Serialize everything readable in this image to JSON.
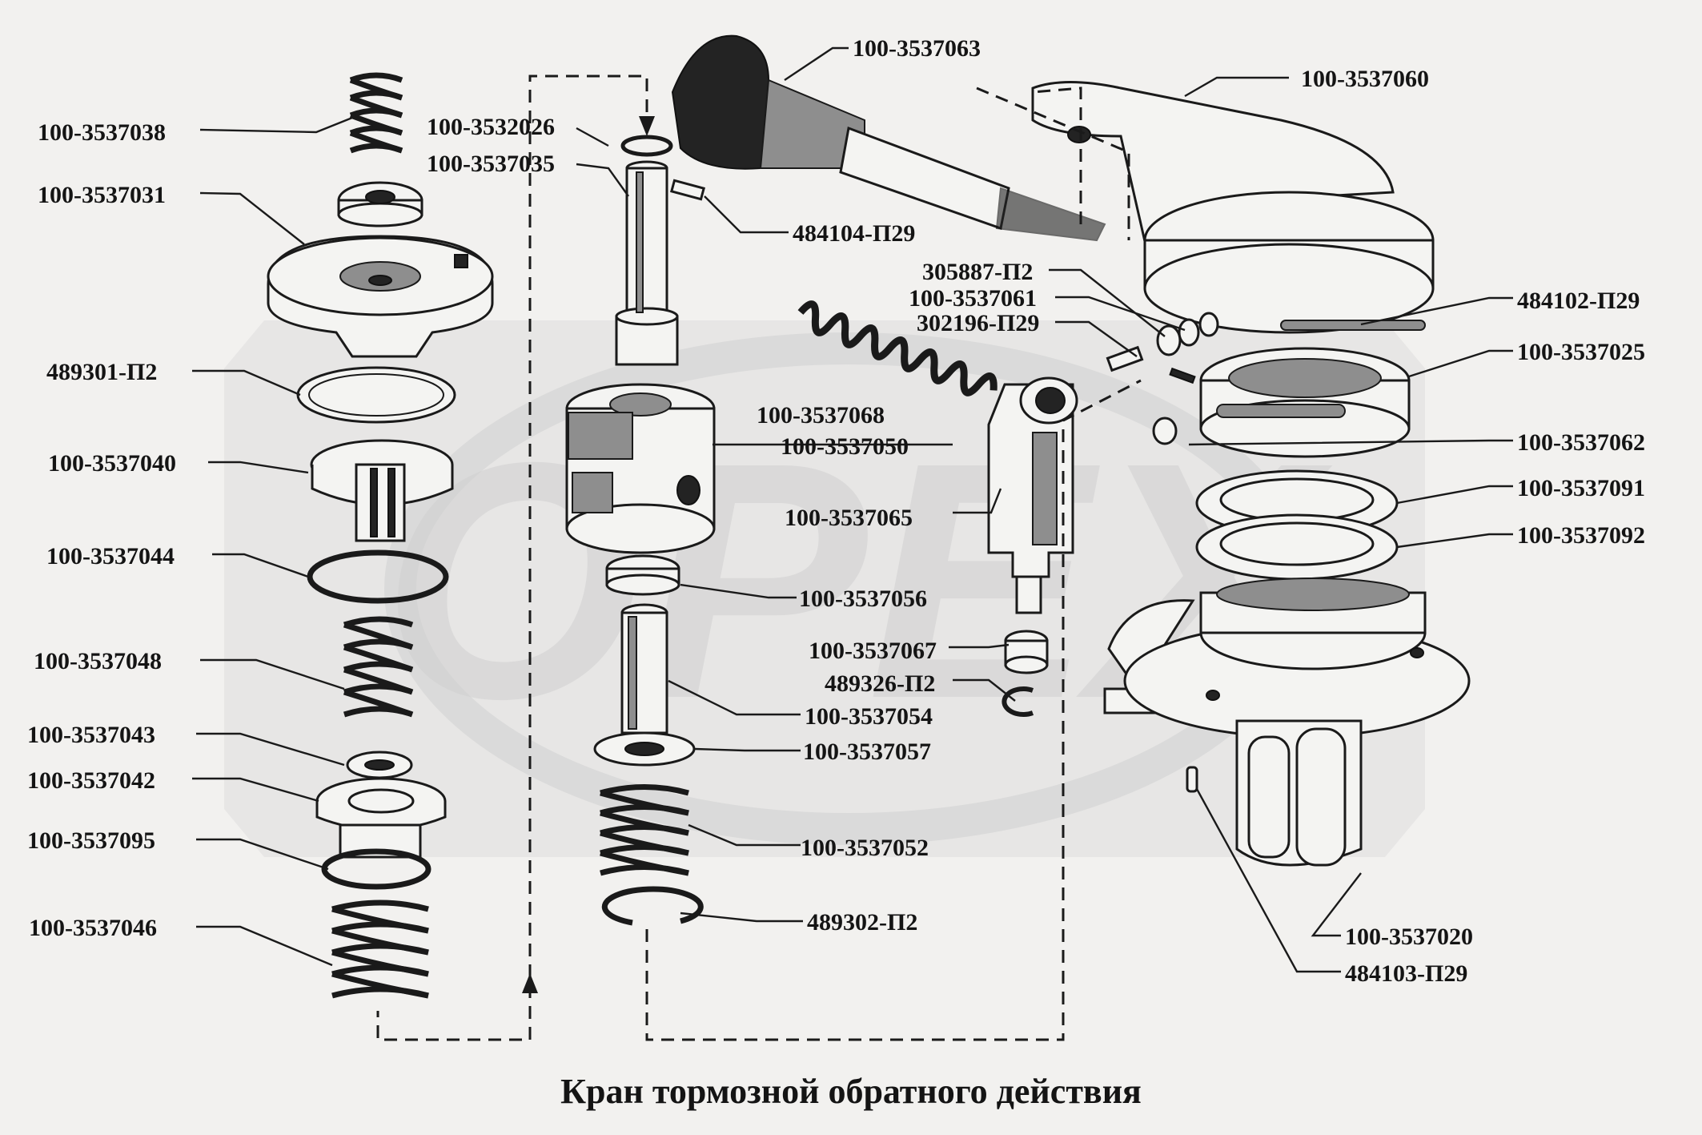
{
  "caption": "Кран тормозной обратного действия",
  "watermark": "OPEX",
  "colors": {
    "background": "#f2f1ef",
    "ink": "#141414",
    "watermark": "#d9d9d9"
  },
  "labels": {
    "p3537038": "100-3537038",
    "p3537031": "100-3537031",
    "p489301": "489301-П2",
    "p3537040": "100-3537040",
    "p3537044": "100-3537044",
    "p3537048": "100-3537048",
    "p3537043": "100-3537043",
    "p3537042": "100-3537042",
    "p3537095": "100-3537095",
    "p3537046": "100-3537046",
    "p3532026": "100-3532026",
    "p3537035": "100-3537035",
    "p484104": "484104-П29",
    "p3537063": "100-3537063",
    "p3537068": "100-3537068",
    "p3537050": "100-3537050",
    "p3537065": "100-3537065",
    "p3537056": "100-3537056",
    "p3537067": "100-3537067",
    "p489326": "489326-П2",
    "p3537054": "100-3537054",
    "p3537057": "100-3537057",
    "p3537052": "100-3537052",
    "p489302": "489302-П2",
    "p305887": "305887-П2",
    "p3537061": "100-3537061",
    "p302196": "302196-П29",
    "p3537060": "100-3537060",
    "p484102": "484102-П29",
    "p3537025": "100-3537025",
    "p3537062": "100-3537062",
    "p3537091": "100-3537091",
    "p3537092": "100-3537092",
    "p3537020": "100-3537020",
    "p484103": "484103-П29"
  }
}
